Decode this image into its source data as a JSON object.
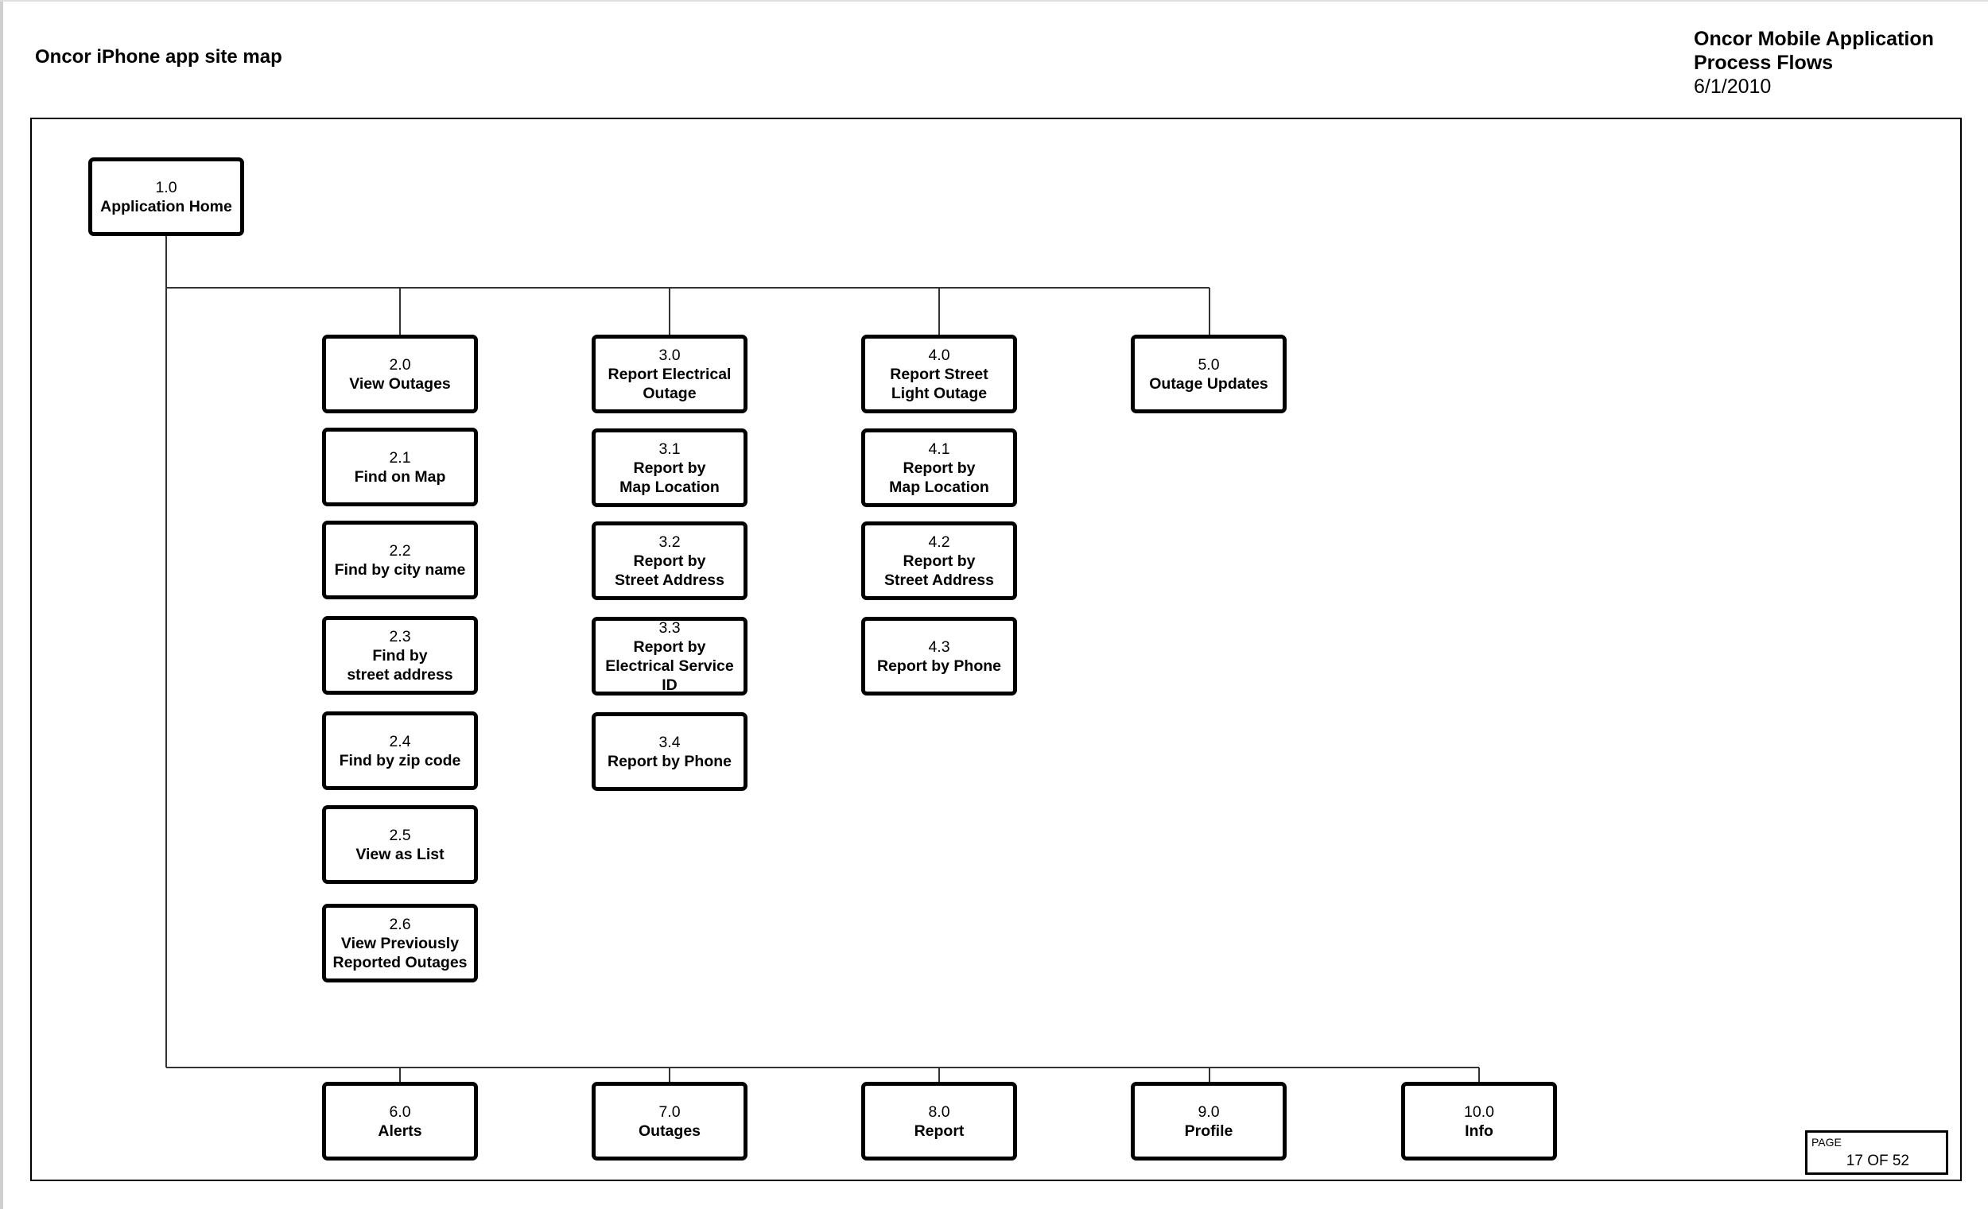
{
  "doc_title": "Oncor iPhone app site map",
  "header": {
    "line1": "Oncor Mobile Application",
    "line2": "Process Flows",
    "date": "6/1/2010"
  },
  "nodes": {
    "n1_0": {
      "num": "1.0",
      "label": "Application Home"
    },
    "n2_0": {
      "num": "2.0",
      "label": "View Outages"
    },
    "n2_1": {
      "num": "2.1",
      "label": "Find on Map"
    },
    "n2_2": {
      "num": "2.2",
      "label": "Find by city name"
    },
    "n2_3": {
      "num": "2.3",
      "label": "Find by\nstreet address"
    },
    "n2_4": {
      "num": "2.4",
      "label": "Find by zip code"
    },
    "n2_5": {
      "num": "2.5",
      "label": "View as List"
    },
    "n2_6": {
      "num": "2.6",
      "label": "View Previously\nReported Outages"
    },
    "n3_0": {
      "num": "3.0",
      "label": "Report Electrical\nOutage"
    },
    "n3_1": {
      "num": "3.1",
      "label": "Report by\nMap Location"
    },
    "n3_2": {
      "num": "3.2",
      "label": "Report by\nStreet Address"
    },
    "n3_3": {
      "num": "3.3",
      "label": "Report by\nElectrical Service\nID"
    },
    "n3_4": {
      "num": "3.4",
      "label": "Report by Phone"
    },
    "n4_0": {
      "num": "4.0",
      "label": "Report Street\nLight Outage"
    },
    "n4_1": {
      "num": "4.1",
      "label": "Report by\nMap Location"
    },
    "n4_2": {
      "num": "4.2",
      "label": "Report by\nStreet Address"
    },
    "n4_3": {
      "num": "4.3",
      "label": "Report by Phone"
    },
    "n5_0": {
      "num": "5.0",
      "label": "Outage Updates"
    },
    "n6_0": {
      "num": "6.0",
      "label": "Alerts"
    },
    "n7_0": {
      "num": "7.0",
      "label": "Outages"
    },
    "n8_0": {
      "num": "8.0",
      "label": "Report"
    },
    "n9_0": {
      "num": "9.0",
      "label": "Profile"
    },
    "n10_0": {
      "num": "10.0",
      "label": "Info"
    }
  },
  "page": {
    "label": "PAGE",
    "value": "17 OF 52"
  }
}
